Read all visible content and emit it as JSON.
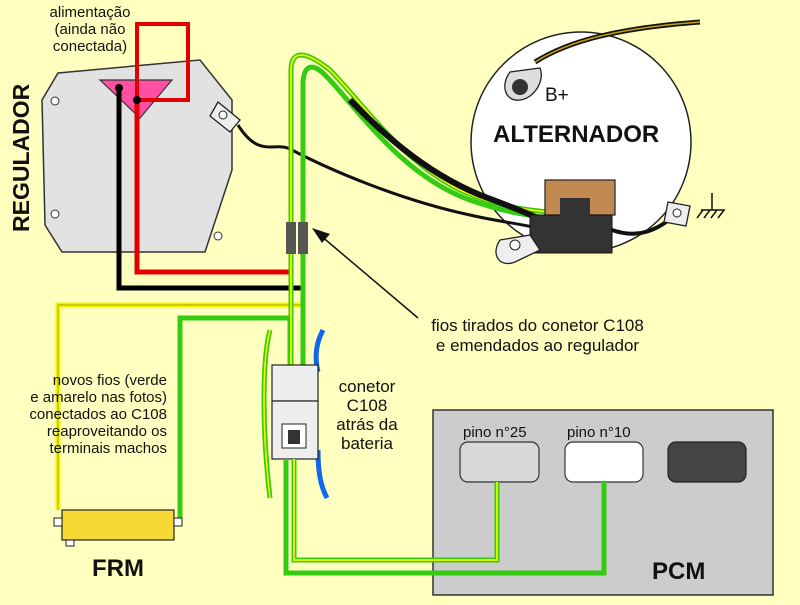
{
  "labels": {
    "alimentacao": [
      "alimentação",
      "(ainda não",
      "conectada)"
    ],
    "regulador": "REGULADOR",
    "alternador": "ALTERNADOR",
    "b_plus": "B+",
    "fios_tirados": [
      "fios tirados do conetor C108",
      "e emendados ao regulador"
    ],
    "novos_fios": [
      "novos fios (verde",
      "e amarelo nas fotos)",
      "conectados ao C108",
      "reaproveitando os",
      "terminais machos"
    ],
    "conetor": [
      "conetor",
      "C108",
      "atrás da",
      "bateria"
    ],
    "pino25": "pino n°25",
    "pino10": "pino n°10",
    "frm": "FRM",
    "pcm": "PCM"
  },
  "colors": {
    "background": "#ffffc0",
    "red_wire": "#e00000",
    "green_wire": "#33cc11",
    "yellow_wire": "#f4f400",
    "blue_wire": "#1166ee",
    "black_wire": "#000000",
    "plug": "#ff4fa0",
    "pcm_panel": "#cccccc",
    "frm_body": "#f7d935"
  },
  "icons": [
    "ground-icon",
    "arrow-icon"
  ]
}
